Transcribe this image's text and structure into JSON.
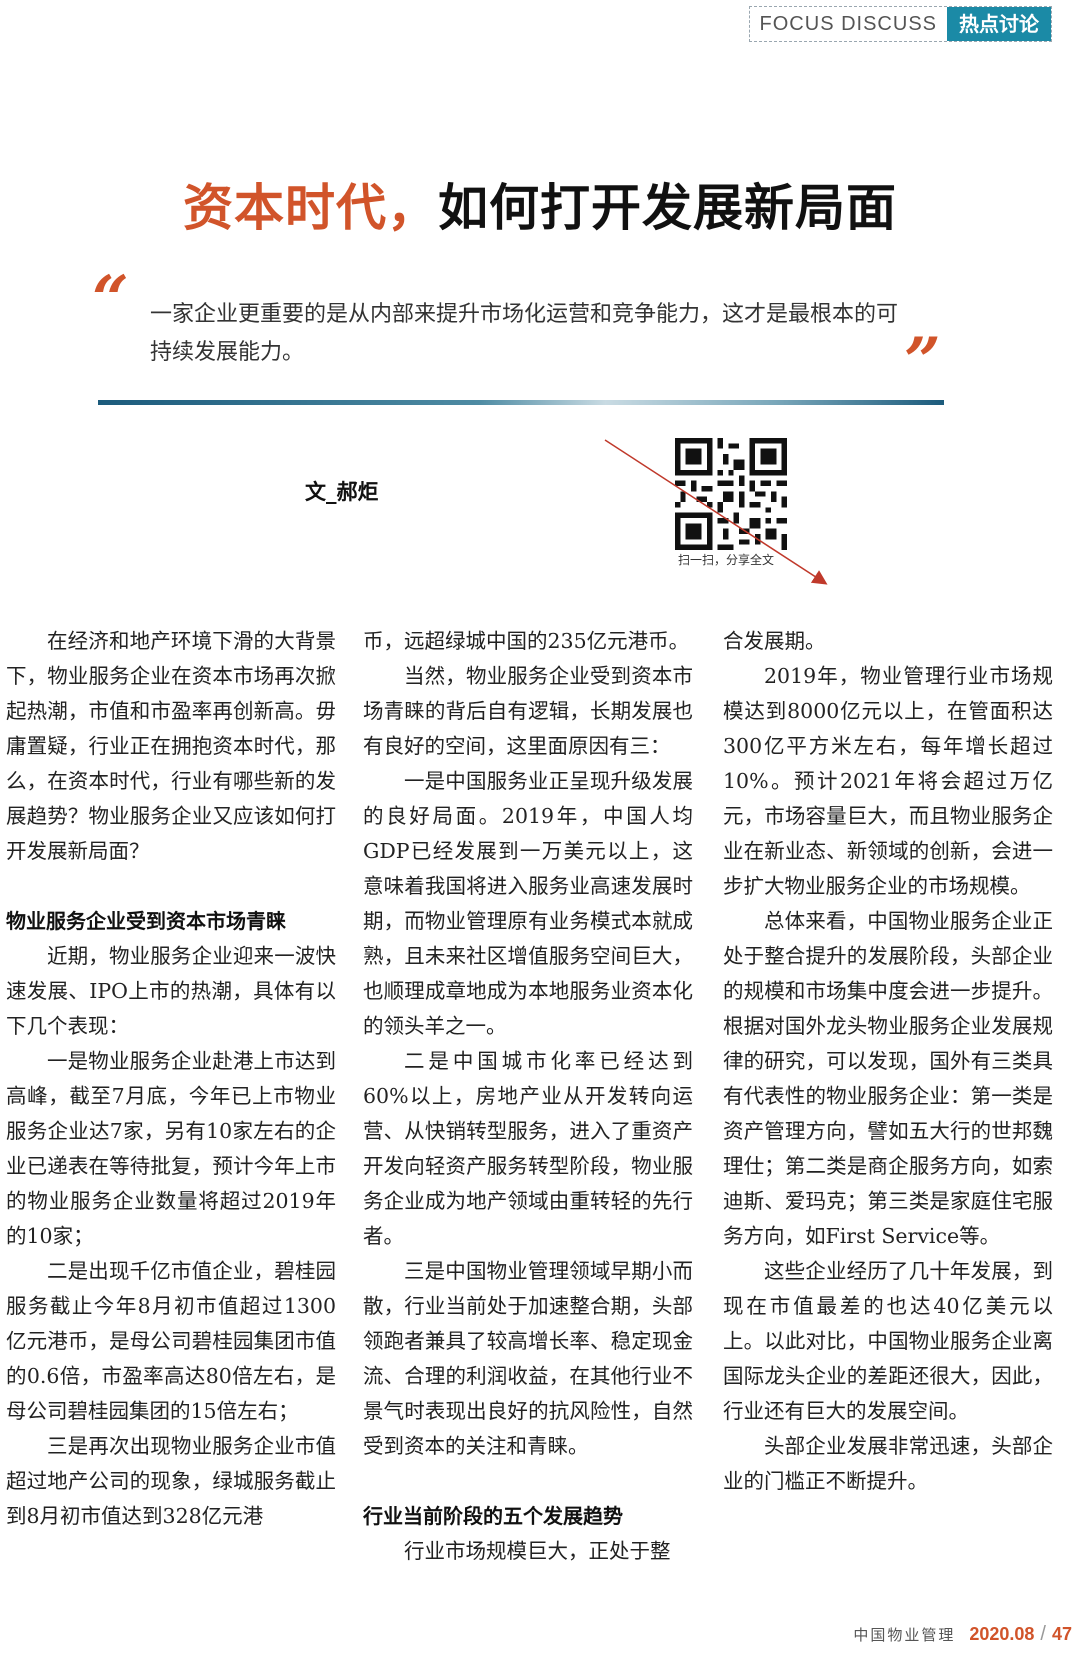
{
  "header": {
    "en": "FOCUS DISCUSS",
    "zh": "热点讨论"
  },
  "title": {
    "part1": "资本时代，",
    "part2": "如何打开发展新局面"
  },
  "quote": {
    "open_mark": "“",
    "close_mark": "”",
    "text": "一家企业更重要的是从内部来提升市场化运营和竞争能力，这才是最根本的可持续发展能力。"
  },
  "author": "文_郝炬",
  "qr_caption": "扫一扫，分享全文",
  "columns": {
    "c1": [
      {
        "type": "p",
        "text": "在经济和地产环境下滑的大背景下，物业服务企业在资本市场再次掀起热潮，市值和市盈率再创新高。毋庸置疑，行业正在拥抱资本时代，那么，在资本时代，行业有哪些新的发展趋势？物业服务企业又应该如何打开发展新局面？"
      },
      {
        "type": "h",
        "text": "物业服务企业受到资本市场青睐"
      },
      {
        "type": "p",
        "text": "近期，物业服务企业迎来一波快速发展、IPO上市的热潮，具体有以下几个表现："
      },
      {
        "type": "p",
        "text": "一是物业服务企业赴港上市达到高峰，截至7月底，今年已上市物业服务企业达7家，另有10家左右的企业已递表在等待批复，预计今年上市的物业服务企业数量将超过2019年的10家；"
      },
      {
        "type": "p",
        "text": "二是出现千亿市值企业，碧桂园服务截止今年8月初市值超过1300亿元港币，是母公司碧桂园集团市值的0.6倍，市盈率高达80倍左右，是母公司碧桂园集团的15倍左右；"
      },
      {
        "type": "p",
        "text": "三是再次出现物业服务企业市值超过地产公司的现象，绿城服务截止到8月初市值达到328亿元港"
      }
    ],
    "c2": [
      {
        "type": "pn",
        "text": "币，远超绿城中国的235亿元港币。"
      },
      {
        "type": "p",
        "text": "当然，物业服务企业受到资本市场青睐的背后自有逻辑，长期发展也有良好的空间，这里面原因有三："
      },
      {
        "type": "p",
        "text": "一是中国服务业正呈现升级发展的良好局面。2019年，中国人均GDP已经发展到一万美元以上，这意味着我国将进入服务业高速发展时期，而物业管理原有业务模式本就成熟，且未来社区增值服务空间巨大，也顺理成章地成为本地服务业资本化的领头羊之一。"
      },
      {
        "type": "p",
        "text": "二是中国城市化率已经达到60%以上，房地产业从开发转向运营、从快销转型服务，进入了重资产开发向轻资产服务转型阶段，物业服务企业成为地产领域由重转轻的先行者。"
      },
      {
        "type": "p",
        "text": "三是中国物业管理领域早期小而散，行业当前处于加速整合期，头部领跑者兼具了较高增长率、稳定现金流、合理的利润收益，在其他行业不景气时表现出良好的抗风险性，自然受到资本的关注和青睐。"
      },
      {
        "type": "h",
        "text": "行业当前阶段的五个发展趋势"
      },
      {
        "type": "p",
        "text": "行业市场规模巨大，正处于整"
      }
    ],
    "c3": [
      {
        "type": "pn",
        "text": "合发展期。"
      },
      {
        "type": "p",
        "text": "2019年，物业管理行业市场规模达到8000亿元以上，在管面积达300亿平方米左右，每年增长超过10%。预计2021年将会超过万亿元，市场容量巨大，而且物业服务企业在新业态、新领域的创新，会进一步扩大物业服务企业的市场规模。"
      },
      {
        "type": "p",
        "text": "总体来看，中国物业服务企业正处于整合提升的发展阶段，头部企业的规模和市场集中度会进一步提升。根据对国外龙头物业服务企业发展规律的研究，可以发现，国外有三类具有代表性的物业服务企业：第一类是资产管理方向，譬如五大行的世邦魏理仕；第二类是商企服务方向，如索迪斯、爱玛克；第三类是家庭住宅服务方向，如First Service等。"
      },
      {
        "type": "p",
        "text": "这些企业经历了几十年发展，到现在市值最差的也达40亿美元以上。以此对比，中国物业服务企业离国际龙头企业的差距还很大，因此，行业还有巨大的发展空间。"
      },
      {
        "type": "p",
        "text": "头部企业发展非常迅速，头部企业的门槛正不断提升。"
      }
    ]
  },
  "footer": {
    "magazine": "中国物业管理",
    "date": "2020.08",
    "slash": "/",
    "page": "47"
  }
}
